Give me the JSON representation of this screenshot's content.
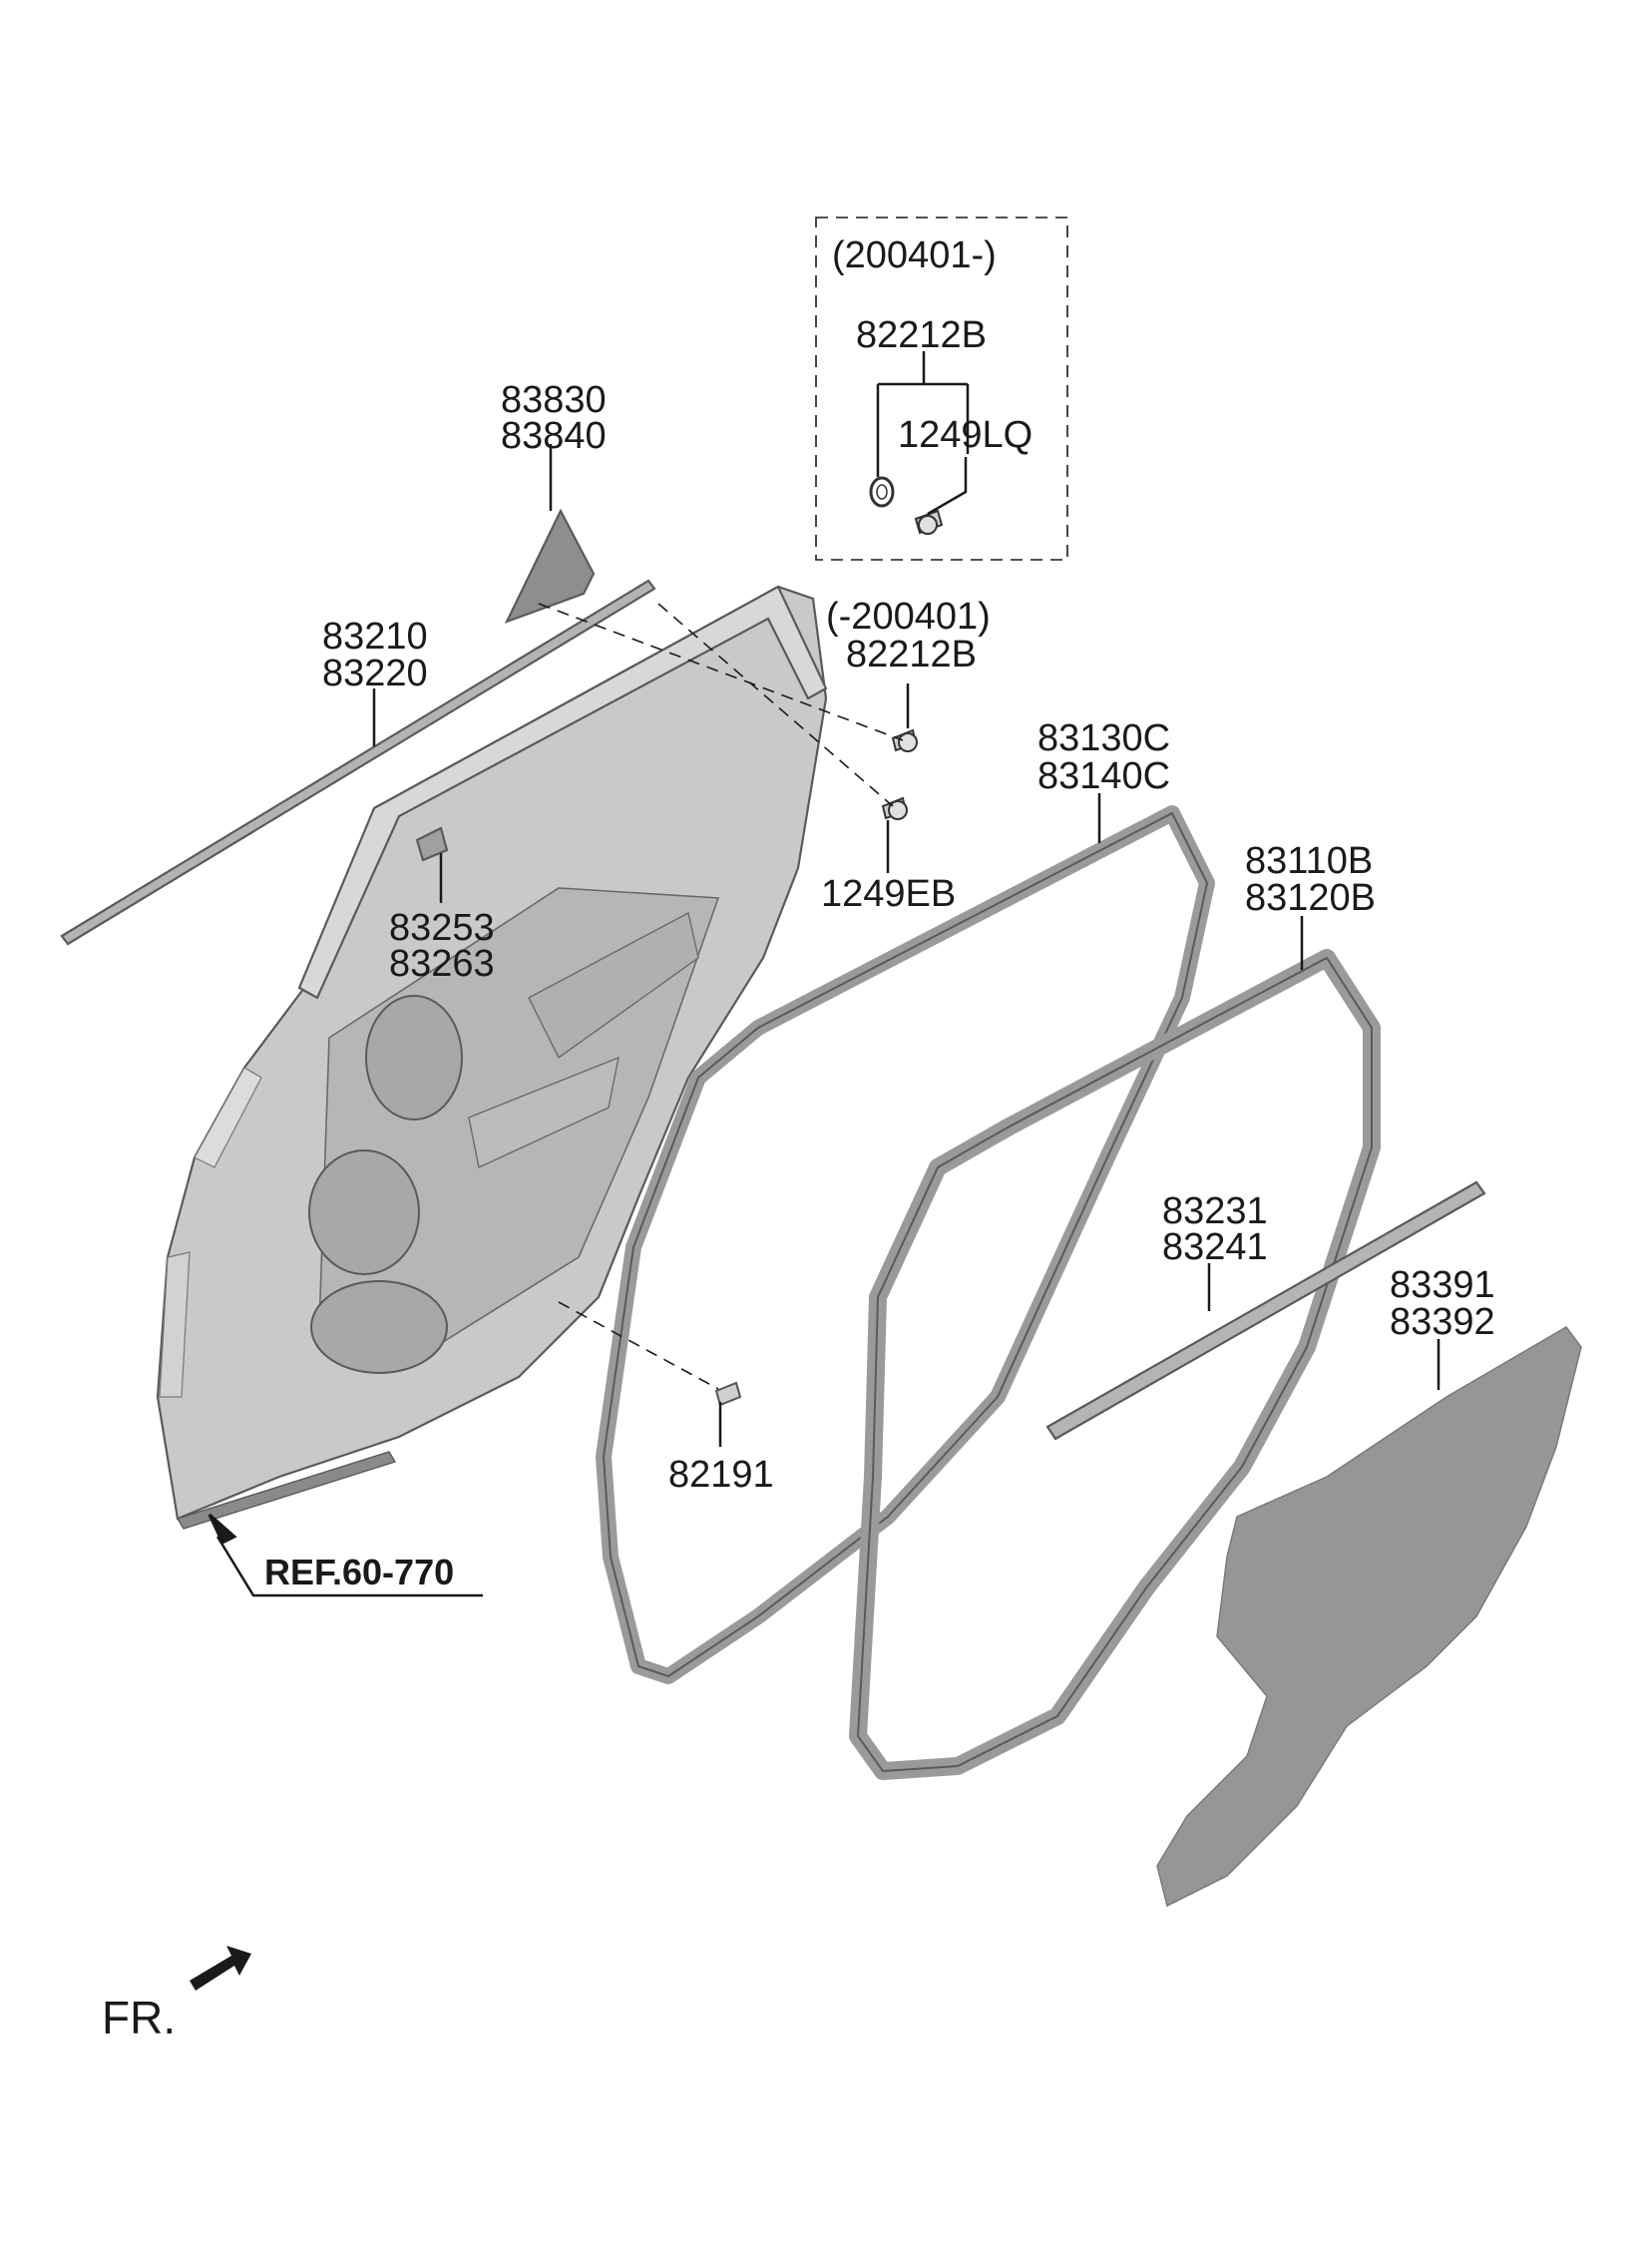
{
  "callouts": {
    "variant_new": "(200401-)",
    "variant_old": "(-200401)",
    "p82212b_new": "82212B",
    "p1249lq": "1249LQ",
    "p83830": "83830",
    "p83840": "83840",
    "p82212b_old": "82212B",
    "p83210": "83210",
    "p83220": "83220",
    "p1249eb": "1249EB",
    "p83130c": "83130C",
    "p83140c": "83140C",
    "p83110b": "83110B",
    "p83120b": "83120B",
    "p83253": "83253",
    "p83263": "83263",
    "p83231": "83231",
    "p83241": "83241",
    "p83391": "83391",
    "p83392": "83392",
    "p82191": "82191",
    "ref": "REF.60-770",
    "front": "FR."
  },
  "colors": {
    "door_panel": "#c9c9c9",
    "weatherstrip": "#9a9a9a",
    "trim_sheet": "#969696",
    "line": "#1a1a1a"
  }
}
